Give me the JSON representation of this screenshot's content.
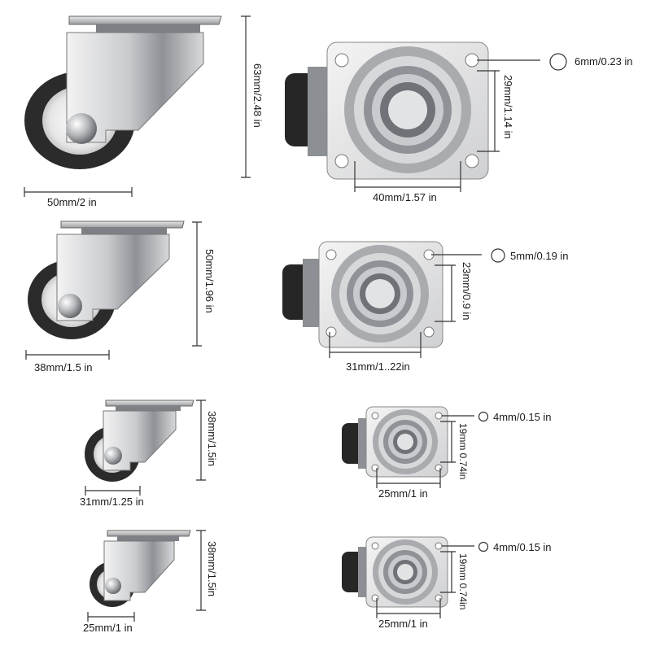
{
  "sizes": [
    {
      "side": {
        "width_label": "50mm/2 in",
        "height_label": "63mm/2.48 in"
      },
      "top": {
        "width_label": "40mm/1.57 in",
        "height_label": "29mm/1.14 in",
        "hole_label": "6mm/0.23 in"
      }
    },
    {
      "side": {
        "width_label": "38mm/1.5 in",
        "height_label": "50mm/1.96 in"
      },
      "top": {
        "width_label": "31mm/1..22in",
        "height_label": "23mm/0.9 in",
        "hole_label": "5mm/0.19 in"
      }
    },
    {
      "side": {
        "width_label": "31mm/1.25 in",
        "height_label": "38mm/1.5in"
      },
      "top": {
        "width_label": "25mm/1 in",
        "height_label": "19mm 0.74in",
        "hole_label": "4mm/0.15 in"
      }
    },
    {
      "side": {
        "width_label": "25mm/1 in",
        "height_label": "38mm/1.5in"
      },
      "top": {
        "width_label": "25mm/1 in",
        "height_label": "19mm 0.74in",
        "hole_label": "4mm/0.15 in"
      }
    }
  ],
  "colors": {
    "line": "#333333",
    "metal": "#b7b9bd",
    "wheel": "#2b2b2b",
    "hub": "#f2f2f2"
  }
}
